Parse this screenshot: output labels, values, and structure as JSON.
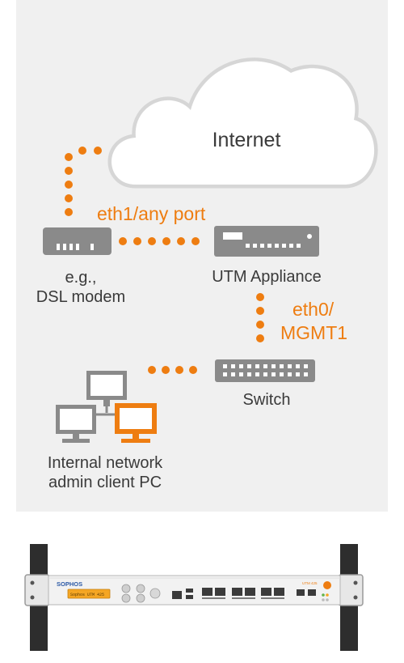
{
  "colors": {
    "accent": "#ee7d11",
    "device_gray": "#8a8a8a",
    "panel_bg": "#f0f0f0",
    "text": "#3a3a3a"
  },
  "diagram": {
    "cloud_label": "Internet",
    "modem_label_line1": "e.g.,",
    "modem_label_line2": "DSL modem",
    "utm_label": "UTM Appliance",
    "switch_label": "Switch",
    "client_label_line1": "Internal network",
    "client_label_line2": "admin client PC",
    "link_modem_utm": "eth1/any port",
    "link_utm_switch_line1": "eth0/",
    "link_utm_switch_line2": "MGMT1"
  },
  "hardware": {
    "brand": "SOPHOS",
    "lcd_text": "Sophos UTM 425",
    "model": "UTM 425",
    "model_badge": "UTM 425"
  }
}
